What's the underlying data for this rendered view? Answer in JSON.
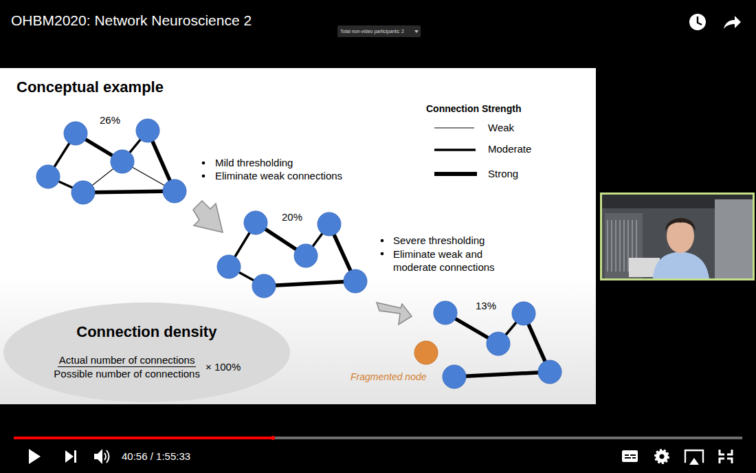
{
  "diagram": {
    "title": "Conceptual example",
    "nodes": [
      {
        "text": [
          "Connection density",
          "Actual number of connections",
          "Possible number of connections",
          "× 100%"
        ]
      }
    ],
    "labels": [
      "OHBM2020: Network Neuroscience 2",
      "Total non-video participants: 2",
      "26%",
      "Mild thresholding",
      "Eliminate weak connections",
      "20%",
      "Severe thresholding",
      "Eliminate weak and moderate connections",
      "13%",
      "Fragmented node",
      "Connection Strength",
      "40:56 / 1:55:33"
    ],
    "legend": [
      {
        "text": "Weak"
      },
      {
        "text": "Moderate"
      },
      {
        "text": "Strong"
      }
    ]
  }
}
